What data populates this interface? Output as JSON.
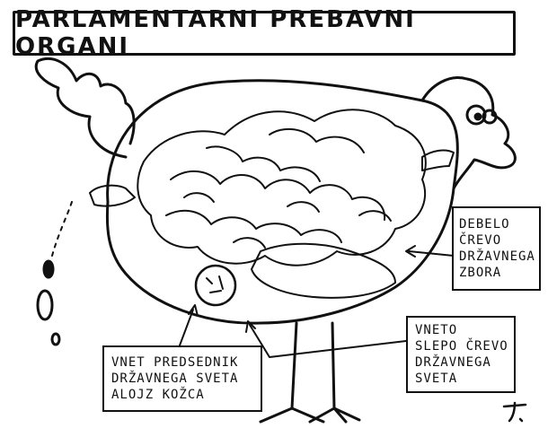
{
  "title": "PARLAMENTARNI PREBAVNI ORGANI",
  "labels": {
    "debelo": [
      "DEBELO",
      "ČREVO",
      "DRŽAVNEGA",
      "ZBORA"
    ],
    "slepo": [
      "VNETO",
      "SLEPO ČREVO",
      "DRŽAVNEGA",
      "SVETA"
    ],
    "vnet": [
      "VNET PREDSEDNIK",
      "DRŽAVNEGA SVETA",
      "ALOJZ KOŽCA"
    ]
  },
  "colors": {
    "ink": "#111111",
    "paper": "#ffffff"
  }
}
